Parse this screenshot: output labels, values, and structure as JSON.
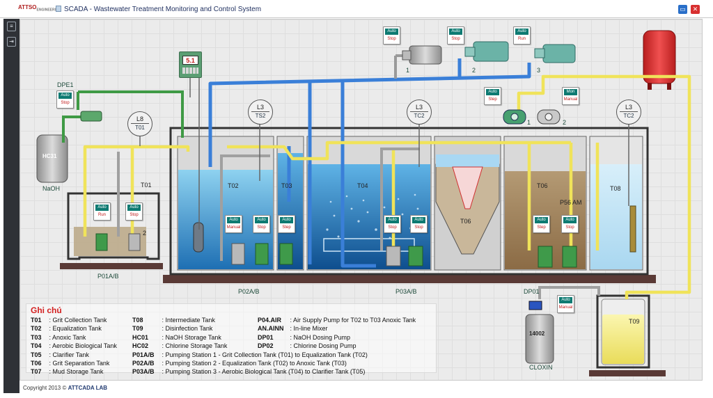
{
  "window": {
    "logo": "ATTSO",
    "logo_sub": "ENGINEERING",
    "title": "SCADA - Wastewater Treatment Monitoring and Control System",
    "min_glyph": "▭",
    "close_glyph": "✕"
  },
  "sidebar": {
    "icons": [
      "document-icon",
      "logout-icon"
    ],
    "doc_glyph": "≡",
    "exit_glyph": "⇥"
  },
  "colors": {
    "clean_water": "#3a7fd8",
    "chemical_line": "#f0e35a",
    "naoh_line": "#3f9a45",
    "pump_body": "#3f9a4a",
    "alarm_text": "#c01818",
    "tag_bg": "#0e7a72",
    "chlorine_tank": "#e03030"
  },
  "meter": {
    "value": "5.1"
  },
  "gauges": [
    {
      "id": "t01",
      "top": "L8",
      "bottom": "T01"
    },
    {
      "id": "ts2",
      "top": "L3",
      "bottom": "TS2"
    },
    {
      "id": "tc2a",
      "top": "L3",
      "bottom": "TC2"
    },
    {
      "id": "tc2b",
      "top": "L3",
      "bottom": "TC2"
    }
  ],
  "controls": [
    {
      "id": "dpe1",
      "mode": "Auto",
      "state": "Stop"
    },
    {
      "id": "p01a",
      "mode": "Auto",
      "state": "Run"
    },
    {
      "id": "p01b",
      "mode": "Auto",
      "state": "Stop"
    },
    {
      "id": "p02a",
      "mode": "Auto",
      "state": "Manual"
    },
    {
      "id": "p02b",
      "mode": "Auto",
      "state": "Stop"
    },
    {
      "id": "t03",
      "mode": "Auto",
      "state": "Step"
    },
    {
      "id": "p03a",
      "mode": "Auto",
      "state": "Stop"
    },
    {
      "id": "p03b",
      "mode": "Auto",
      "state": "Stop"
    },
    {
      "id": "t06a",
      "mode": "Auto",
      "state": "Step"
    },
    {
      "id": "t06b",
      "mode": "Auto",
      "state": "Stop"
    },
    {
      "id": "air1",
      "mode": "Auto",
      "state": "Stop"
    },
    {
      "id": "air2",
      "mode": "Auto",
      "state": "Stop"
    },
    {
      "id": "air3",
      "mode": "Auto",
      "state": "Run"
    },
    {
      "id": "dp02a",
      "mode": "Auto",
      "state": "Step"
    },
    {
      "id": "dp02b",
      "mode": "Mon",
      "state": "Manual"
    },
    {
      "id": "dp01",
      "mode": "Auto",
      "state": "Manual"
    }
  ],
  "labels": {
    "dpe1": "DPE1",
    "hc31": "HC31",
    "naoh": "NaOH",
    "t01": "T01",
    "p01ab": "P01A/B",
    "p01_num": "2",
    "t02": "T02",
    "t03": "T03",
    "t04": "T04",
    "t06_clar": "T06",
    "t06_grit": "T06",
    "t08": "T08",
    "p02ab": "P02A/B",
    "p03ab": "P03A/B",
    "p56": "P56 AM",
    "dp01": "DP01",
    "tank_14002": "14002",
    "cloxin": "CLOXIN",
    "t09": "T09",
    "air1": "1",
    "air2": "2",
    "air3": "3",
    "dp02_1": "1",
    "dp02_2": "2"
  },
  "legend": {
    "title": "Ghi chú",
    "col1": [
      {
        "code": "T01",
        "desc": ": Grit Collection Tank"
      },
      {
        "code": "T02",
        "desc": ": Equalization Tank"
      },
      {
        "code": "T03",
        "desc": ": Anoxic Tank"
      },
      {
        "code": "T04",
        "desc": ": Aerobic Biological Tank"
      },
      {
        "code": "T05",
        "desc": ": Clarifier Tank"
      },
      {
        "code": "T06",
        "desc": ": Grit Separation Tank"
      },
      {
        "code": "T07",
        "desc": ": Mud Storage Tank"
      }
    ],
    "col2": [
      {
        "code": "T08",
        "desc": ": Intermediate Tank"
      },
      {
        "code": "T09",
        "desc": ": Disinfection Tank"
      },
      {
        "code": "HC01",
        "desc": ": NaOH Storage Tank"
      },
      {
        "code": "HC02",
        "desc": ": Chlorine Storage Tank"
      },
      {
        "code": "P01A/B",
        "desc": ": Pumping Station 1 - Grit Collection Tank (T01) to Equalization Tank (T02)"
      },
      {
        "code": "P02A/B",
        "desc": ": Pumping Station 2 - Equalization Tank (T02) to Anoxic Tank (T03)"
      },
      {
        "code": "P03A/B",
        "desc": ": Pumping Station 3 - Aerobic Biological Tank (T04) to Clarifier Tank (T05)"
      }
    ],
    "col3": [
      {
        "code": "P04.AIR",
        "desc": ": Air Supply Pump for T02 to T03 Anoxic Tank"
      },
      {
        "code": "AN.AINN",
        "desc": ": In-line Mixer"
      },
      {
        "code": "DP01",
        "desc": ": NaOH Dosing Pump"
      },
      {
        "code": "DP02",
        "desc": ": Chlorine Dosing Pump"
      }
    ]
  },
  "footer": {
    "copyright": "Copyright 2013 ©",
    "company": "ATTCADA LAB"
  }
}
